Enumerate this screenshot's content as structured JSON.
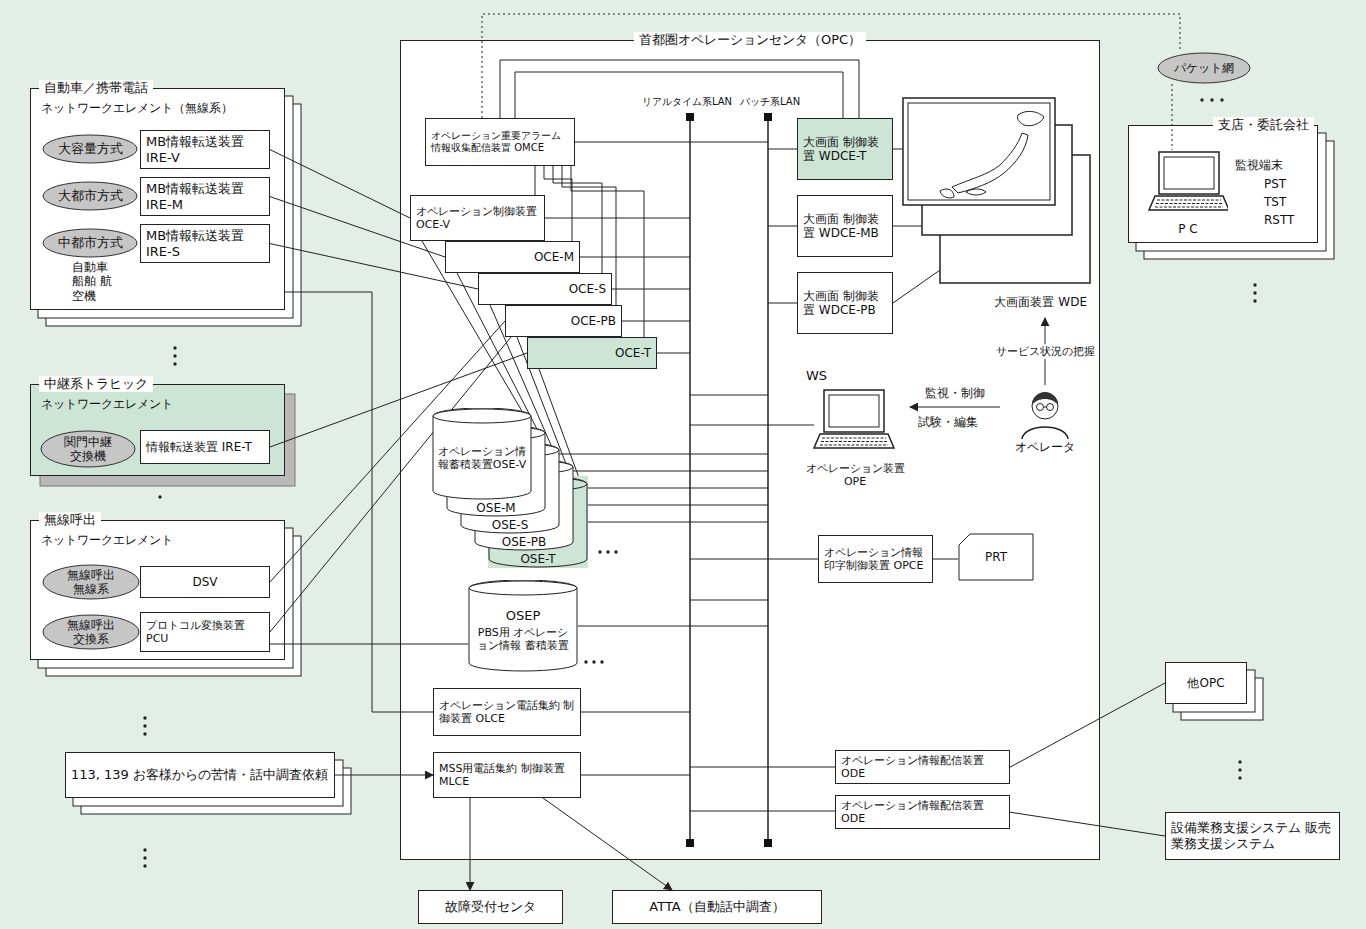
{
  "diagram": {
    "nodes": [
      {
        "text": [
          "首都圏オペレーションセンタ（OPC）"
        ]
      },
      {
        "text": [
          "自動車／携帯電話",
          "ネットワークエレメント（無線系）"
        ]
      },
      {
        "text": [
          "大容量方式"
        ],
        "in": 1
      },
      {
        "text": [
          "MB情報転送装置 IRE-V"
        ],
        "in": 1
      },
      {
        "text": [
          "大都市方式"
        ],
        "in": 1
      },
      {
        "text": [
          "MB情報転送装置 IRE-M"
        ],
        "in": 1
      },
      {
        "text": [
          "中都市方式"
        ],
        "in": 1
      },
      {
        "text": [
          "MB情報転送装置 IRE-S"
        ],
        "in": 1
      },
      {
        "text": [
          "中継系トラヒック",
          "ネットワークエレメント"
        ]
      },
      {
        "text": [
          "関門中継交換機"
        ],
        "in": 8
      },
      {
        "text": [
          "情報転送装置 IRE-T"
        ],
        "in": 8
      },
      {
        "text": [
          "無線呼出",
          "ネットワークエレメント"
        ]
      },
      {
        "text": [
          "無線呼出無線系"
        ],
        "in": 11
      },
      {
        "text": [
          "DSV"
        ],
        "in": 11
      },
      {
        "text": [
          "無線呼出交換系"
        ],
        "in": 11
      },
      {
        "text": [
          "プロトコル変換装置 PCU"
        ],
        "in": 11
      },
      {
        "text": [
          "113, 139 お客様からの苦情・話中調査依頼"
        ]
      },
      {
        "text": [
          "オペレーション重要アラーム 情報収集配信装置 OMCE"
        ],
        "in": 0
      },
      {
        "text": [
          "オペレーション制御装置 OCE-V"
        ],
        "in": 0
      },
      {
        "text": [
          "OCE-M"
        ],
        "in": 0
      },
      {
        "text": [
          "OCE-S"
        ],
        "in": 0
      },
      {
        "text": [
          "OCE-PB"
        ],
        "in": 0
      },
      {
        "text": [
          "OCE-T"
        ],
        "in": 0
      },
      {
        "text": [
          "オペレーション情報蓄積装置OSE-V"
        ],
        "in": 0
      },
      {
        "text": [
          "OSE-M"
        ],
        "in": 0
      },
      {
        "text": [
          "OSE-S"
        ],
        "in": 0
      },
      {
        "text": [
          "OSE-PB"
        ],
        "in": 0
      },
      {
        "text": [
          "OSE-T"
        ],
        "in": 0
      },
      {
        "text": [
          "OSEP",
          "PBS用 オペレーション情報 蓄積装置"
        ],
        "in": 0
      },
      {
        "text": [
          "オペレーション電話集約 制御装置 OLCE"
        ],
        "in": 0
      },
      {
        "text": [
          "MSS用電話集約 制御装置 MLCE"
        ],
        "in": 0
      },
      {
        "text": [
          "大画面 制御装置 WDCE-T"
        ],
        "in": 0
      },
      {
        "text": [
          "大画面 制御装置 WDCE-MB"
        ],
        "in": 0
      },
      {
        "text": [
          "大画面 制御装置 WDCE-PB"
        ],
        "in": 0
      },
      {
        "text": [
          "大画面装置 WDE"
        ],
        "in": 0
      },
      {
        "text": [
          "WS",
          "オペレーション装置 OPE"
        ],
        "in": 0
      },
      {
        "text": [
          "オペレータ"
        ],
        "in": 0
      },
      {
        "text": [
          "オペレーション情報 印字制御装置 OPCE"
        ],
        "in": 0
      },
      {
        "text": [
          "PRT"
        ],
        "in": 0
      },
      {
        "text": [
          "オペレーション情報配信装置 ODE"
        ],
        "in": 0
      },
      {
        "text": [
          "オペレーション情報配信装置 ODE"
        ],
        "in": 0
      },
      {
        "text": [
          "パケット網"
        ]
      },
      {
        "text": [
          "支店・委託会社"
        ]
      },
      {
        "text": [
          "P C"
        ],
        "in": 42
      },
      {
        "text": [
          "他OPC"
        ]
      },
      {
        "text": [
          "設備業務支援システム 販売業務支援システム"
        ]
      },
      {
        "text": [
          "故障受付センタ"
        ]
      },
      {
        "text": [
          "ATTA（自動話中調査）"
        ]
      }
    ],
    "edges": [
      {
        "from": 3,
        "to": 18,
        "arrow": "none"
      },
      {
        "from": 5,
        "to": 19,
        "arrow": "none"
      },
      {
        "from": 7,
        "to": 20,
        "arrow": "none"
      },
      {
        "from": 1,
        "to": 29,
        "arrow": "none"
      },
      {
        "from": 10,
        "to": 22,
        "arrow": "none"
      },
      {
        "from": 13,
        "to": 21,
        "arrow": "none"
      },
      {
        "from": 15,
        "to": 21,
        "arrow": "none"
      },
      {
        "from": 15,
        "to": 28,
        "arrow": "none"
      },
      {
        "from": 16,
        "to": 30,
        "arrow": "to"
      },
      {
        "from": 17,
        "to": 18,
        "arrow": "none"
      },
      {
        "from": 17,
        "to": 19,
        "arrow": "none"
      },
      {
        "from": 17,
        "to": 20,
        "arrow": "none"
      },
      {
        "from": 17,
        "to": 21,
        "arrow": "none"
      },
      {
        "from": 17,
        "to": 22,
        "arrow": "none"
      },
      {
        "from": 18,
        "to": 23,
        "arrow": "none"
      },
      {
        "from": 19,
        "to": 24,
        "arrow": "none"
      },
      {
        "from": 20,
        "to": 25,
        "arrow": "none"
      },
      {
        "from": 21,
        "to": 26,
        "arrow": "none"
      },
      {
        "from": 22,
        "to": 27,
        "arrow": "none"
      },
      {
        "from": 17,
        "to": 31,
        "arrow": "none"
      },
      {
        "from": 17,
        "to": 31,
        "arrow": "none"
      },
      {
        "from": 17,
        "to": 41,
        "arrow": "none"
      },
      {
        "from": 41,
        "to": 43,
        "arrow": "none"
      },
      {
        "from": 31,
        "to": 34,
        "arrow": "none"
      },
      {
        "from": 32,
        "to": 34,
        "arrow": "none"
      },
      {
        "from": 33,
        "to": 34,
        "arrow": "none"
      },
      {
        "from": 36,
        "to": 34,
        "arrow": "to",
        "label": "サービス状況の把握"
      },
      {
        "from": 36,
        "to": 35,
        "arrow": "to",
        "label": "監視・制御"
      },
      {
        "from": 37,
        "to": 38,
        "arrow": "none"
      },
      {
        "from": 39,
        "to": 44,
        "arrow": "none"
      },
      {
        "from": 40,
        "to": 45,
        "arrow": "none"
      },
      {
        "from": 30,
        "to": 46,
        "arrow": "to"
      },
      {
        "from": 30,
        "to": 47,
        "arrow": "to"
      }
    ],
    "labels": [
      "自動車 船舶 航空機",
      "リアルタイム系LAN",
      "バッチ系LAN",
      "監視端末",
      "PST",
      "TST",
      "RSTT",
      "試験・編集"
    ]
  }
}
